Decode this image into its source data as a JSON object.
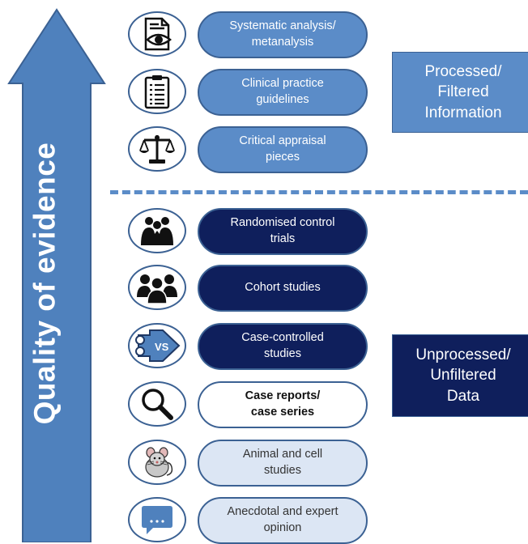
{
  "arrow": {
    "label": "Quality of evidence"
  },
  "levels": [
    {
      "label": "Systematic analysis/\nmetanalysis",
      "icon": "document-eye-icon",
      "style": "mid"
    },
    {
      "label": "Clinical practice\nguidelines",
      "icon": "clipboard-checklist-icon",
      "style": "mid"
    },
    {
      "label": "Critical appraisal\npieces",
      "icon": "scales-icon",
      "style": "mid"
    },
    {
      "label": "Randomised control\ntrials",
      "icon": "group-huddle-icon",
      "style": "dark"
    },
    {
      "label": "Cohort studies",
      "icon": "people-group-icon",
      "style": "dark"
    },
    {
      "label": "Case-controlled\nstudies",
      "icon": "versus-arrow-icon",
      "style": "dark"
    },
    {
      "label": "Case reports/\ncase series",
      "icon": "magnifier-icon",
      "style": "white"
    },
    {
      "label": "Animal and cell\nstudies",
      "icon": "mouse-icon",
      "style": "light"
    },
    {
      "label": "Anecdotal and expert\nopinion",
      "icon": "speech-bubble-icon",
      "style": "light"
    }
  ],
  "side_boxes": {
    "processed": "Processed/\nFiltered\nInformation",
    "unprocessed": "Unprocessed/\nUnfiltered\nData"
  },
  "colors": {
    "arrow": "#4f81bd",
    "processed": "#5b8cc8",
    "unprocessed": "#0f1f5c",
    "light": "#dce6f4"
  }
}
